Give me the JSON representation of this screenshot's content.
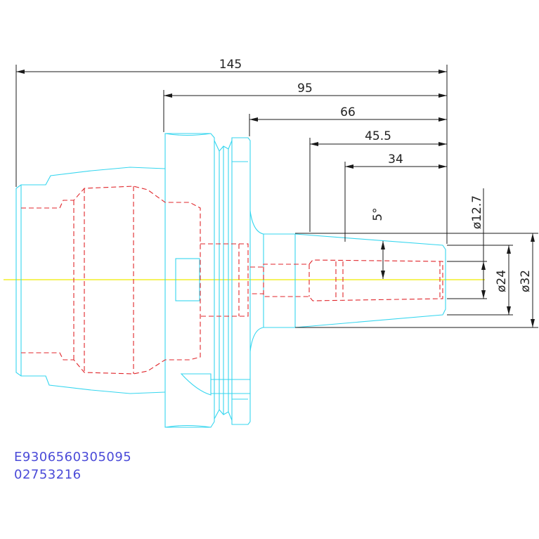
{
  "dimensions": {
    "length_145": "145",
    "length_95": "95",
    "length_66": "66",
    "length_45_5": "45.5",
    "length_34": "34",
    "angle_5": "5°",
    "dia_12_7": "ø12.7",
    "dia_24": "ø24",
    "dia_32": "ø32"
  },
  "codes": {
    "line1": "E9306560305095",
    "line2": "02753216"
  },
  "colors": {
    "outline": "#35d6ef",
    "hidden": "#e0262b",
    "dimension": "#1a1a1a",
    "axis": "#f2ef2a",
    "code_text": "#4a4ad8"
  }
}
